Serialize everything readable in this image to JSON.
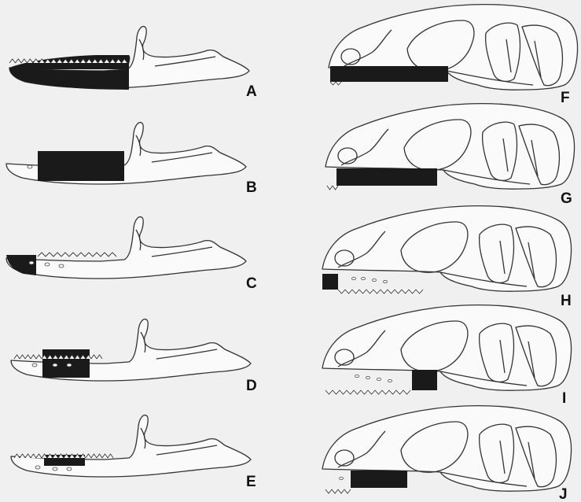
{
  "colors": {
    "background": "#f0f0f0",
    "outline": "#333333",
    "shade": "#1a1a1a"
  },
  "panels": [
    {
      "id": "A",
      "label": "A",
      "kind": "mandible"
    },
    {
      "id": "B",
      "label": "B",
      "kind": "mandible"
    },
    {
      "id": "C",
      "label": "C",
      "kind": "mandible"
    },
    {
      "id": "D",
      "label": "D",
      "kind": "mandible"
    },
    {
      "id": "E",
      "label": "E",
      "kind": "mandible"
    },
    {
      "id": "F",
      "label": "F",
      "kind": "skull"
    },
    {
      "id": "G",
      "label": "G",
      "kind": "skull"
    },
    {
      "id": "H",
      "label": "H",
      "kind": "skull"
    },
    {
      "id": "I",
      "label": "I",
      "kind": "skull"
    },
    {
      "id": "J",
      "label": "J",
      "kind": "skull"
    }
  ]
}
